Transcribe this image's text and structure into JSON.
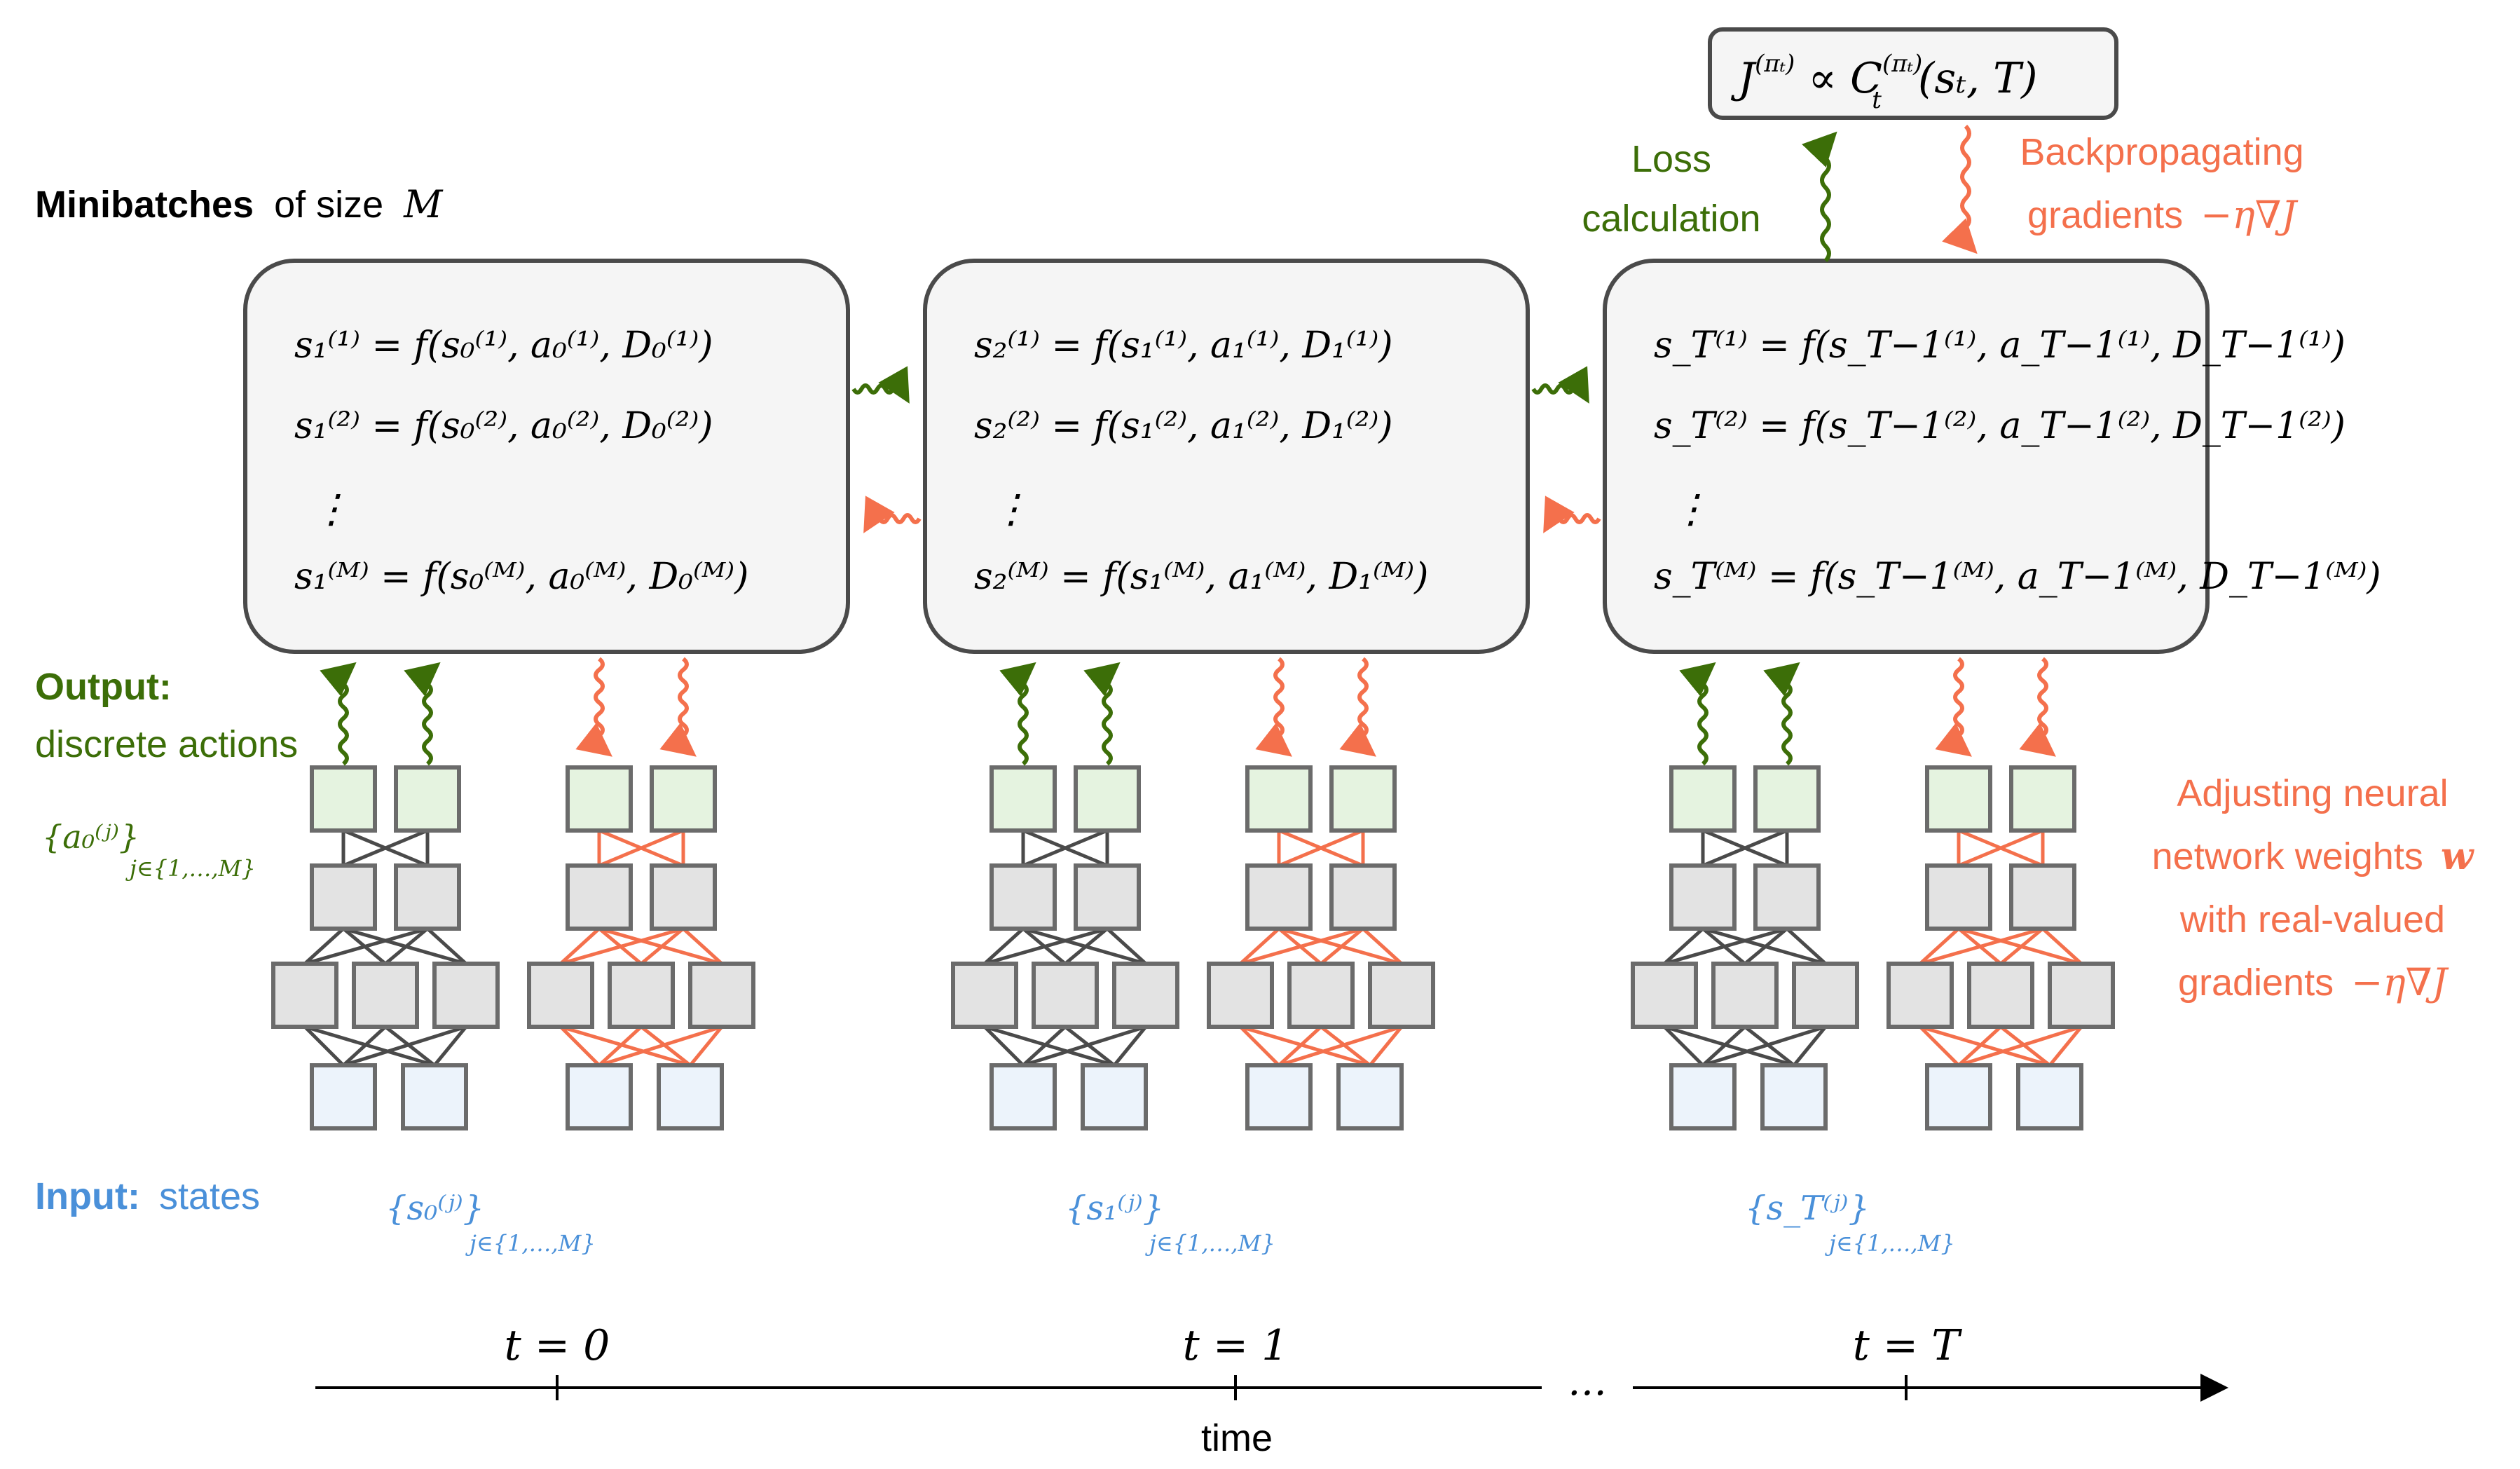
{
  "colors": {
    "green": "#3c6e08",
    "orange": "#f4704c",
    "blue": "#4a90d9",
    "box_border": "#4a4a4a",
    "box_fill": "#f5f5f5",
    "node_gray": "#e3e3e3",
    "node_green": "#e5f3e0",
    "node_blue": "#ecf3fb",
    "node_border": "#6b6b6b",
    "edge_dark": "#4a4a4a"
  },
  "labels": {
    "minibatches_bold": "Minibatches",
    "minibatches_rest": "of size",
    "minibatches_var": "M",
    "output_bold": "Output:",
    "output_rest": "discrete actions",
    "input_bold": "Input:",
    "input_rest": "states",
    "loss_line1": "Loss",
    "loss_line2": "calculation",
    "backprop_line1": "Backpropagating",
    "backprop_line2": "gradients",
    "backprop_math": "−η∇J",
    "adjust_line1": "Adjusting neural",
    "adjust_line2": "network weights",
    "adjust_weight": "w",
    "adjust_line3": "with real-valued",
    "adjust_line4": "gradients",
    "adjust_math": "−η∇J",
    "loss_formula": "J",
    "loss_formula_sup": "(πₜ)",
    "loss_formula_mid": " ∝ C",
    "loss_formula_sup2": "(πₜ)",
    "loss_formula_sub2": "t",
    "loss_formula_args": "(sₜ, T)",
    "dots": "⋮",
    "ellipsis": "…",
    "time_label": "time",
    "action_set": "{a₀⁽ʲ⁾}",
    "action_set_sub": "j∈{1,…,M}"
  },
  "stages": [
    {
      "time_label": "t = 0",
      "rows": [
        "s₁⁽¹⁾ = f(s₀⁽¹⁾, a₀⁽¹⁾, D₀⁽¹⁾)",
        "s₁⁽²⁾ = f(s₀⁽²⁾, a₀⁽²⁾, D₀⁽²⁾)",
        "s₁⁽ᴹ⁾ = f(s₀⁽ᴹ⁾, a₀⁽ᴹ⁾, D₀⁽ᴹ⁾)"
      ],
      "input_set": "{s₀⁽ʲ⁾}",
      "input_sub": "j∈{1,…,M}"
    },
    {
      "time_label": "t = 1",
      "rows": [
        "s₂⁽¹⁾ = f(s₁⁽¹⁾, a₁⁽¹⁾, D₁⁽¹⁾)",
        "s₂⁽²⁾ = f(s₁⁽²⁾, a₁⁽²⁾, D₁⁽²⁾)",
        "s₂⁽ᴹ⁾ = f(s₁⁽ᴹ⁾, a₁⁽ᴹ⁾, D₁⁽ᴹ⁾)"
      ],
      "input_set": "{s₁⁽ʲ⁾}",
      "input_sub": "j∈{1,…,M}"
    },
    {
      "time_label": "t = T",
      "rows": [
        "s_T⁽¹⁾ = f(s_T−1⁽¹⁾, a_T−1⁽¹⁾, D_T−1⁽¹⁾)",
        "s_T⁽²⁾ = f(s_T−1⁽²⁾, a_T−1⁽²⁾, D_T−1⁽²⁾)",
        "s_T⁽ᴹ⁾ = f(s_T−1⁽ᴹ⁾, a_T−1⁽ᴹ⁾, D_T−1⁽ᴹ⁾)"
      ],
      "input_set": "{s_T⁽ʲ⁾}",
      "input_sub": "j∈{1,…,M}"
    }
  ]
}
